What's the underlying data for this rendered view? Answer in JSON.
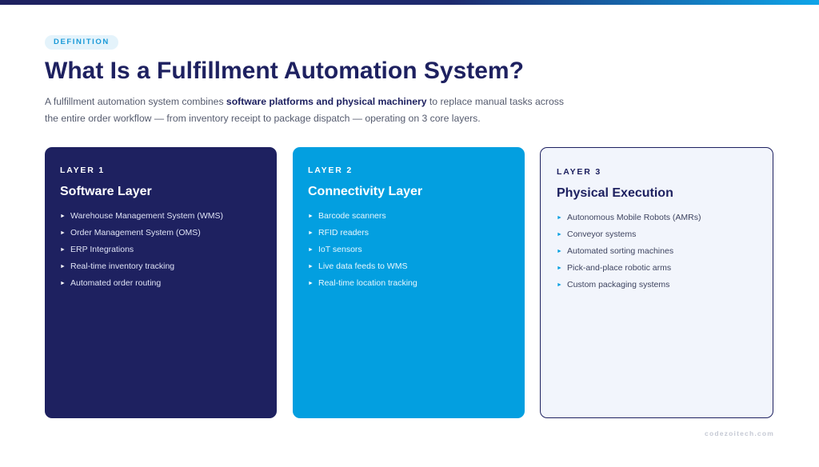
{
  "badge": "DEFINITION",
  "title": "What Is a Fulfillment Automation System?",
  "intro": {
    "before": "A fulfillment automation system combines ",
    "bold": "software platforms and physical machinery",
    "after": " to replace manual tasks across the entire order workflow — from inventory receipt to package dispatch — operating on 3 core layers."
  },
  "bullet_glyph": "►",
  "layers": [
    {
      "label": "LAYER 1",
      "title": "Software Layer",
      "items": [
        "Warehouse Management System (WMS)",
        "Order Management System (OMS)",
        "ERP Integrations",
        "Real-time inventory tracking",
        "Automated order routing"
      ]
    },
    {
      "label": "LAYER 2",
      "title": "Connectivity Layer",
      "items": [
        "Barcode scanners",
        "RFID readers",
        "IoT sensors",
        "Live data feeds to WMS",
        "Real-time location tracking"
      ]
    },
    {
      "label": "LAYER 3",
      "title": "Physical Execution",
      "items": [
        "Autonomous Mobile Robots (AMRs)",
        "Conveyor systems",
        "Automated sorting machines",
        "Pick-and-place robotic arms",
        "Custom packaging systems"
      ]
    }
  ],
  "footer": "codezoitech.com",
  "colors": {
    "navy": "#1e2160",
    "blue": "#039fe0",
    "light_card": "#f2f5fc"
  }
}
